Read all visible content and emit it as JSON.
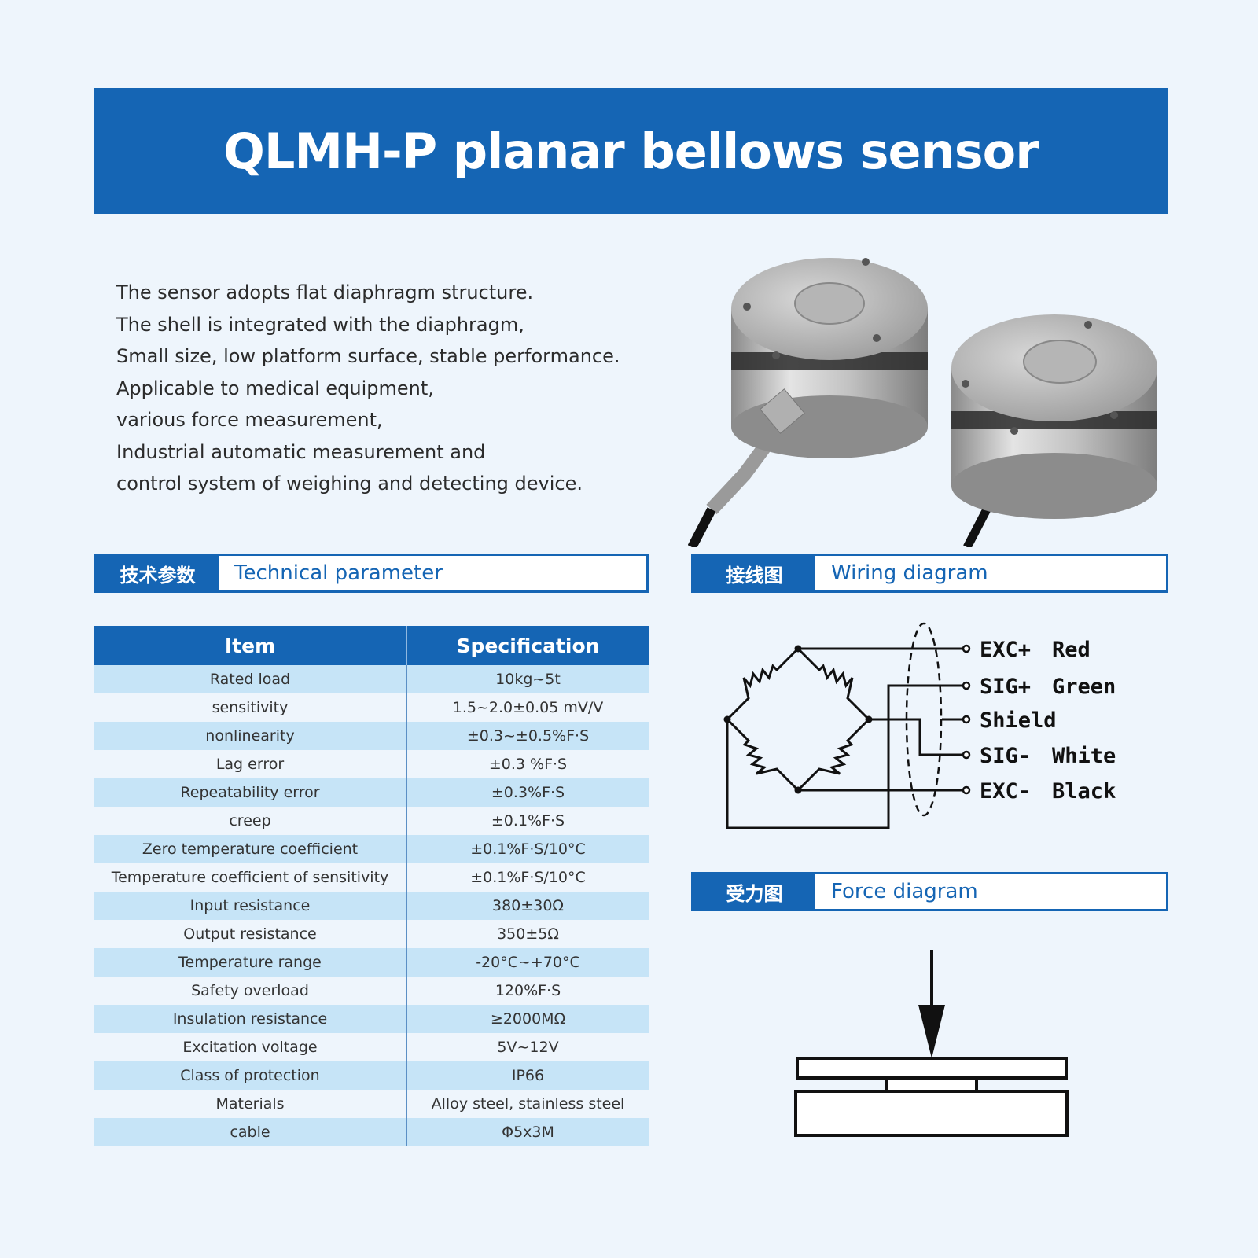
{
  "title": "QLMH-P planar bellows sensor",
  "description": [
    "The sensor adopts flat diaphragm structure.",
    "The shell is integrated with the diaphragm,",
    "Small size, low platform surface, stable performance.",
    "Applicable to medical equipment,",
    "various force measurement,",
    "Industrial automatic measurement and",
    "control system of weighing and detecting device."
  ],
  "sections": {
    "technical": {
      "tag": "技术参数",
      "label": "Technical parameter"
    },
    "wiring": {
      "tag": "接线图",
      "label": "Wiring diagram"
    },
    "force": {
      "tag": "受力图",
      "label": "Force diagram"
    }
  },
  "table": {
    "headers": [
      "Item",
      "Specification"
    ],
    "rows": [
      [
        "Rated load",
        "10kg~5t"
      ],
      [
        "sensitivity",
        "1.5~2.0±0.05 mV/V"
      ],
      [
        "nonlinearity",
        "±0.3~±0.5%F·S"
      ],
      [
        "Lag error",
        "±0.3 %F·S"
      ],
      [
        "Repeatability error",
        "±0.3%F·S"
      ],
      [
        "creep",
        "±0.1%F·S"
      ],
      [
        "Zero temperature coefficient",
        "±0.1%F·S/10°C"
      ],
      [
        "Temperature coefficient of sensitivity",
        "±0.1%F·S/10°C"
      ],
      [
        "Input resistance",
        "380±30Ω"
      ],
      [
        "Output resistance",
        "350±5Ω"
      ],
      [
        "Temperature range",
        "-20°C~+70°C"
      ],
      [
        "Safety overload",
        "120%F·S"
      ],
      [
        "Insulation resistance",
        "≥2000MΩ"
      ],
      [
        "Excitation voltage",
        "5V~12V"
      ],
      [
        "Class of protection",
        "IP66"
      ],
      [
        "Materials",
        "Alloy steel, stainless steel"
      ],
      [
        "cable",
        "Φ5x3M"
      ]
    ]
  },
  "wiring": {
    "terminals": [
      {
        "signal": "EXC+",
        "color": "Red"
      },
      {
        "signal": "SIG+",
        "color": "Green"
      },
      {
        "signal": "Shield",
        "color": ""
      },
      {
        "signal": "SIG-",
        "color": "White"
      },
      {
        "signal": "EXC-",
        "color": "Black"
      }
    ]
  },
  "colors": {
    "brand": "#1565b4",
    "row_alt": "#c6e4f7",
    "background": "#eef5fc"
  }
}
